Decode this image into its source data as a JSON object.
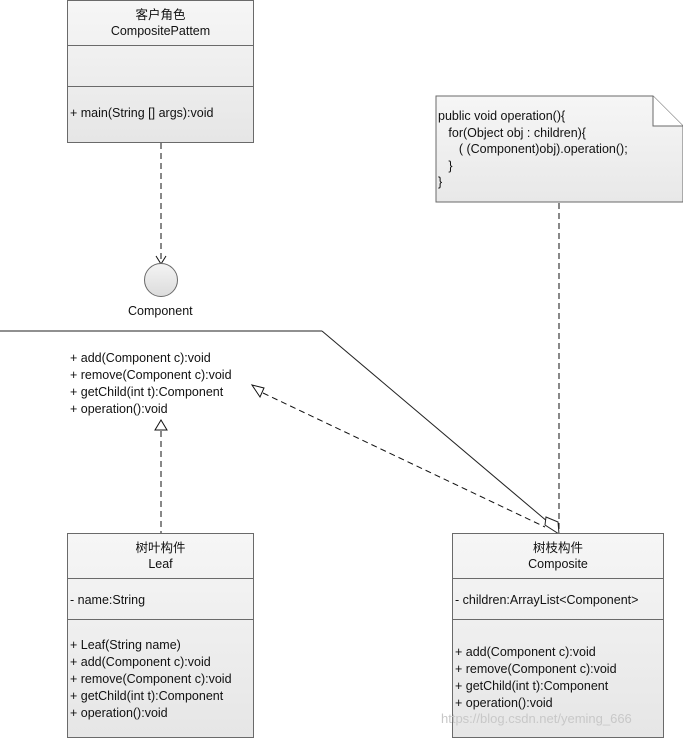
{
  "client": {
    "title_cn": "客户角色",
    "title": "CompositePattem",
    "operations": [
      "+ main(String [] args):void"
    ]
  },
  "interface": {
    "name": "Component",
    "operations": [
      "+ add(Component c):void",
      "+ remove(Component c):void",
      "+ getChild(int t):Component",
      "+ operation():void"
    ]
  },
  "note": {
    "code": "public void operation(){\n   for(Object obj : children){\n      ( (Component)obj).operation();\n   }\n}"
  },
  "leaf": {
    "title_cn": "树叶构件",
    "title": "Leaf",
    "attributes": [
      "- name:String"
    ],
    "operations": [
      "+ Leaf(String name)",
      "+ add(Component c):void",
      "+ remove(Component c):void",
      "+ getChild(int t):Component",
      "+ operation():void"
    ]
  },
  "composite": {
    "title_cn": "树枝构件",
    "title": "Composite",
    "attributes": [
      "- children:ArrayList<Component>"
    ],
    "operations": [
      "+ add(Component c):void",
      "+ remove(Component c):void",
      "+ getChild(int t):Component",
      "+ operation():void"
    ]
  },
  "watermark": "https://blog.csdn.net/yeming_666"
}
